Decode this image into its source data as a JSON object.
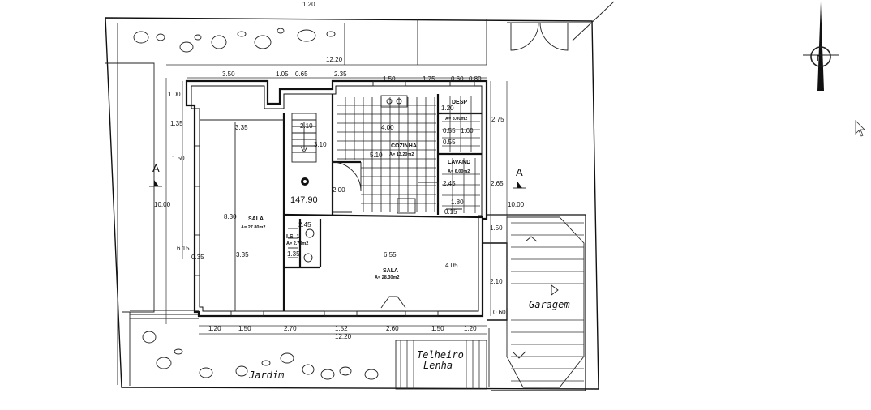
{
  "rooms": {
    "sala_1": {
      "name": "SALA",
      "area": "A= 27.80m2"
    },
    "sala_2": {
      "name": "SALA",
      "area": "A= 28.30m2"
    },
    "cozinha": {
      "name": "COZINHA",
      "area": "A= 13.20m2"
    },
    "desp": {
      "name": "DESP",
      "area": "A= 3.00m2"
    },
    "lavand": {
      "name": "LAVAND",
      "area": "A= 6.00m2"
    },
    "is": {
      "name": "I.S. 1",
      "area": "A= 2.70m2"
    }
  },
  "labels": {
    "elevation": "147.90",
    "garagem": "Garagem",
    "telheiro": "Telheiro",
    "lenha": "Lenha",
    "jardim": "Jardim",
    "section_left": "A",
    "section_right": "A",
    "north": "N"
  },
  "dimensions": {
    "top_edge": "1.20",
    "overall_top": "12.20",
    "overall_bottom": "12.20",
    "top_segments": [
      "3.50",
      "1.05",
      "0.65",
      "2.35",
      "1.50",
      "1.75",
      "0.60",
      "0.80"
    ],
    "bottom_segments": [
      "1.20",
      "1.50",
      "2.70",
      "1.52",
      "2.60",
      "1.50",
      "1.20"
    ],
    "left_segments": [
      "1.00",
      "1.35",
      "1.50"
    ],
    "left_overall": "10.00",
    "left_lower": "6.15",
    "right_overall": "10.00",
    "right_segments": [
      "2.75",
      "2.65",
      "1.50",
      "2.10",
      "0.60"
    ],
    "interior": {
      "sala1_width": "3.35",
      "sala1_width_bottom": "3.35",
      "sala1_height": "8.30",
      "sala1_edge": "0.35",
      "stair_w": "2.10",
      "stair_h": "3.10",
      "hall_h": "2.00",
      "cozinha_w": "4.00",
      "cozinha_h": "5.10",
      "desp_a": "1.20",
      "desp_b": "0.55",
      "desp_c": "1.60",
      "desp_d": "0.55",
      "lavand_h": "2.45",
      "lavand_w": "1.80",
      "lavand_b": "0.15",
      "is_a": "2.45",
      "is_b": "1.35",
      "sala2_width": "6.55",
      "sala2_height": "4.05"
    }
  }
}
